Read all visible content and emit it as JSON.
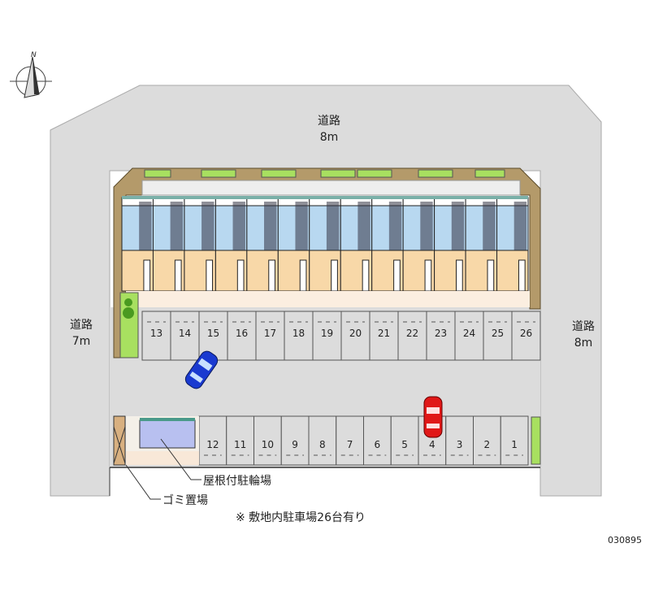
{
  "roads": {
    "top": {
      "label": "道路",
      "width": "8m"
    },
    "left": {
      "label": "道路",
      "width": "7m"
    },
    "right": {
      "label": "道路",
      "width": "8m"
    }
  },
  "compass": {
    "north_label": "N"
  },
  "parking": {
    "top_row": [
      "13",
      "14",
      "15",
      "16",
      "17",
      "18",
      "19",
      "20",
      "21",
      "22",
      "23",
      "24",
      "25",
      "26"
    ],
    "bottom_row": [
      "12",
      "11",
      "10",
      "9",
      "8",
      "7",
      "6",
      "5",
      "4",
      "3",
      "2",
      "1"
    ]
  },
  "building": {
    "unit_count": 13
  },
  "labels": {
    "bike_shelter": "屋根付駐輪場",
    "garbage": "ゴミ置場",
    "note": "※ 敷地内駐車場26台有り"
  },
  "code": "030895",
  "colors": {
    "road": "#dcdcdc",
    "brick": "#b49a6a",
    "hedge": "#a8e060",
    "room_blue": "#b8d8f0",
    "room_orange": "#f8d8a8",
    "car_blue": "#1a3ad0",
    "car_red": "#e01818"
  }
}
